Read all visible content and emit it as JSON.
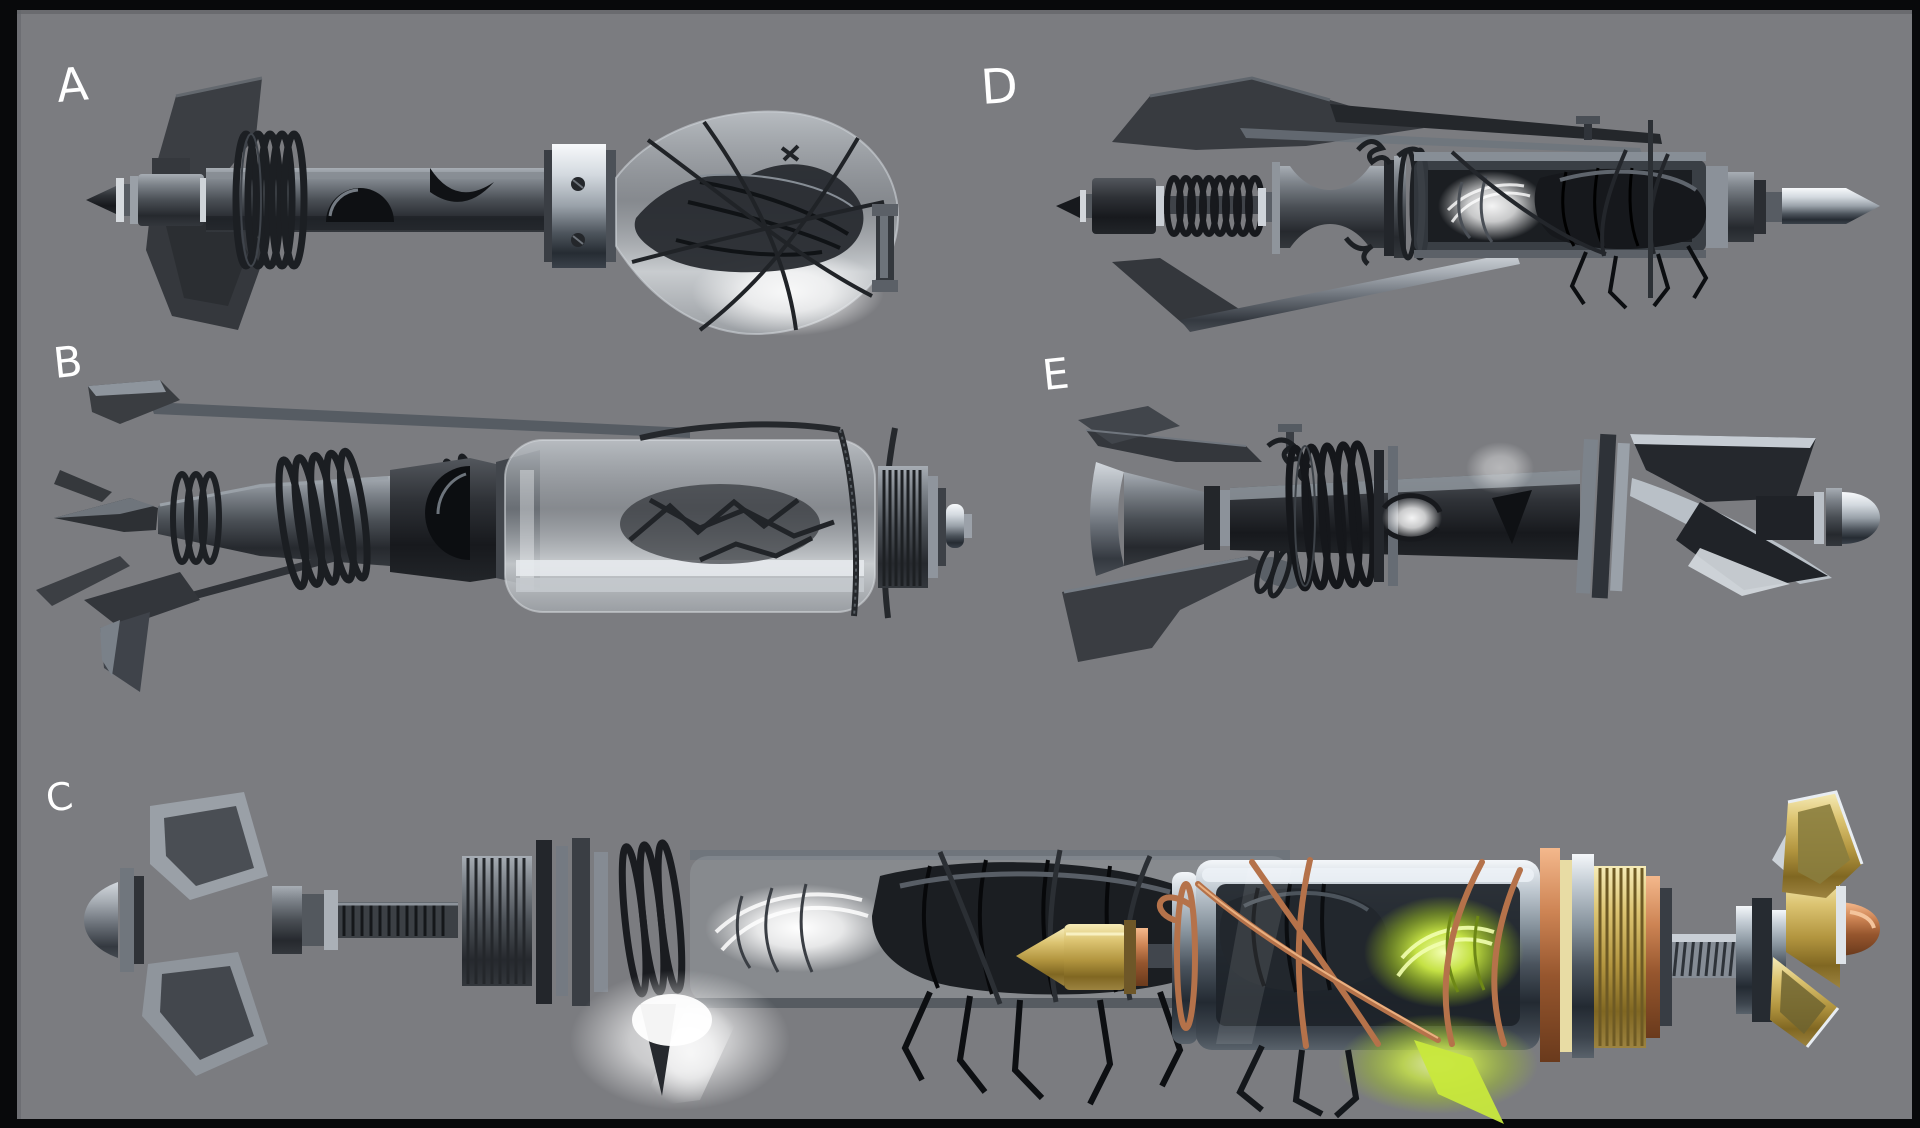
{
  "artwork": {
    "kind": "weapon-concept-sheet",
    "subject": "insect-capsule dart concepts, variants A-E plus colored final render",
    "background_color": "#7b7c80",
    "frame_color": "#08090b",
    "label_color": "#ffffff"
  },
  "labels": {
    "a": "A",
    "b": "B",
    "c": "C",
    "d": "D",
    "e": "E"
  },
  "palette": {
    "green_glow": "#c8e83c",
    "green_deep": "#9dbd1e",
    "copper": "#b5724a",
    "copper_light": "#e8a874",
    "brass": "#d3bc6a",
    "chrome": "#e6ebf0",
    "steel": "#5f656c",
    "steel_dark": "#26292e",
    "wire_dark": "#1c1f23",
    "glow_white": "#ffffff"
  }
}
